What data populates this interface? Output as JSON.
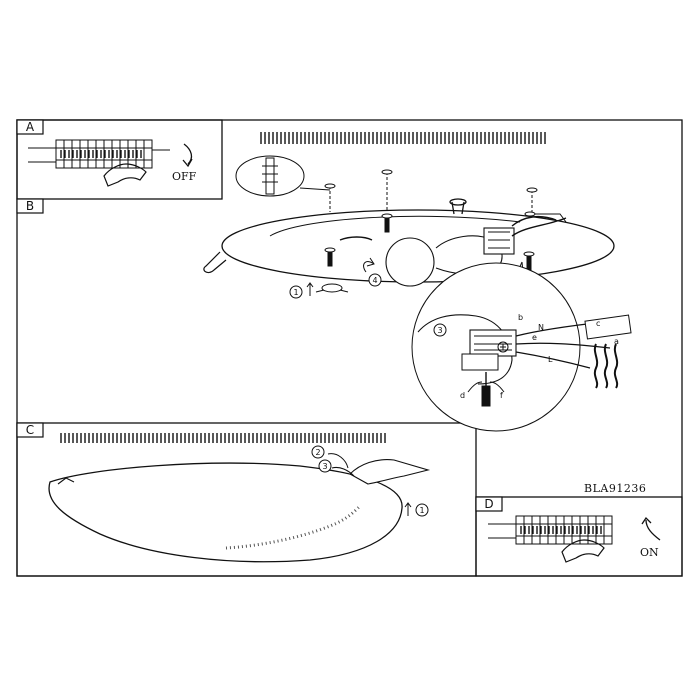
{
  "panels": {
    "a": {
      "tag": "A",
      "note": "OFF"
    },
    "b": {
      "tag": "B"
    },
    "c": {
      "tag": "C"
    },
    "d": {
      "tag": "D",
      "note": "ON"
    }
  },
  "steps": {
    "b": [
      "1",
      "4",
      "3"
    ],
    "c": [
      "2",
      "3",
      "1"
    ]
  },
  "wire_labels": [
    "b",
    "N",
    "e",
    "L",
    "c",
    "a",
    "d",
    "f"
  ],
  "model_code": "BLA91236"
}
